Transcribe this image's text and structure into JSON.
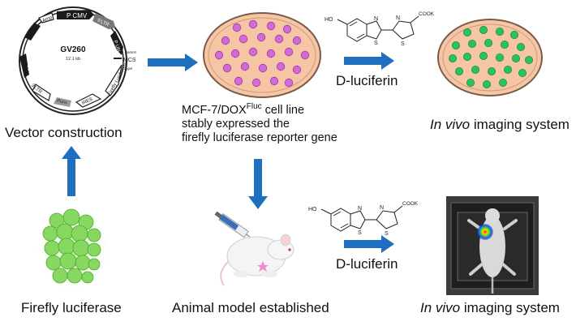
{
  "plasmid": {
    "name": "GV260",
    "size": "12.1 kb",
    "segments": [
      "P CMV",
      "5'LTR",
      "P Ubi",
      "Firefly Luciferase",
      "IRES",
      "Puro",
      "3'LTR",
      "pBR ori",
      "Amp",
      "MCS",
      "BamHI",
      "AgeI"
    ]
  },
  "labels": {
    "vector": "Vector construction",
    "cell_line_1_pre": "MCF-7/DOX",
    "cell_line_1_sup": "Fluc",
    "cell_line_1_post": " cell line",
    "cell_line_2": "stably expressed the",
    "cell_line_3": "firefly luciferase reporter gene",
    "dluc_top": "D-luciferin",
    "dluc_bottom": "D-luciferin",
    "imaging_top_it": "In vivo",
    "imaging_top_rest": " imaging system",
    "imaging_bottom_it": "In vivo",
    "imaging_bottom_rest": " imaging system",
    "firefly": "Firefly luciferase",
    "animal": "Animal model established"
  },
  "chem": {
    "ho": "HO",
    "cook": "COOK",
    "n": "N",
    "s": "S"
  },
  "colors": {
    "arrow": "#1f6fc1",
    "dish_fill": "#f6c6a4",
    "dish_rim": "#7a5a4a",
    "purple_cell": "#d26ad8",
    "green_cell": "#28c262",
    "protein": "#86d860"
  }
}
